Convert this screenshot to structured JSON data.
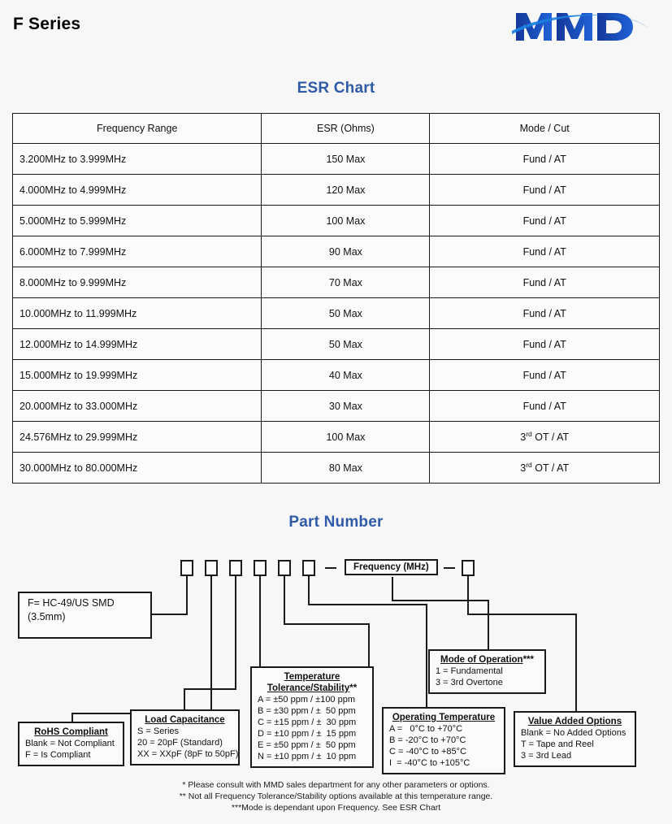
{
  "header": {
    "title": "F Series",
    "logo_text": "MMD",
    "logo_colors": {
      "letters": "#1b3fa0",
      "swoosh": "#1a7fe0"
    }
  },
  "theme": {
    "accent": "#2f5aa8",
    "background": "#f7f7f7",
    "line": "#1a1a1a"
  },
  "esr_section": {
    "title": "ESR Chart",
    "columns": [
      "Frequency Range",
      "ESR (Ohms)",
      "Mode / Cut"
    ],
    "rows": [
      {
        "frequency": "3.200MHz to 3.999MHz",
        "esr": "150 Max",
        "mode": "Fund / AT",
        "mode_sup": ""
      },
      {
        "frequency": "4.000MHz to 4.999MHz",
        "esr": "120 Max",
        "mode": "Fund / AT",
        "mode_sup": ""
      },
      {
        "frequency": "5.000MHz to 5.999MHz",
        "esr": "100 Max",
        "mode": "Fund / AT",
        "mode_sup": ""
      },
      {
        "frequency": "6.000MHz to 7.999MHz",
        "esr": "90 Max",
        "mode": "Fund / AT",
        "mode_sup": ""
      },
      {
        "frequency": "8.000MHz to 9.999MHz",
        "esr": "70 Max",
        "mode": "Fund / AT",
        "mode_sup": ""
      },
      {
        "frequency": "10.000MHz to 11.999MHz",
        "esr": "50 Max",
        "mode": "Fund / AT",
        "mode_sup": ""
      },
      {
        "frequency": "12.000MHz to 14.999MHz",
        "esr": "50 Max",
        "mode": "Fund / AT",
        "mode_sup": ""
      },
      {
        "frequency": "15.000MHz to 19.999MHz",
        "esr": "40 Max",
        "mode": "Fund / AT",
        "mode_sup": ""
      },
      {
        "frequency": "20.000MHz to 33.000MHz",
        "esr": "30 Max",
        "mode": "Fund / AT",
        "mode_sup": ""
      },
      {
        "frequency": "24.576MHz to 29.999MHz",
        "esr": "100 Max",
        "mode_prefix": "3",
        "mode_sup": "rd",
        "mode_suffix": " OT / AT"
      },
      {
        "frequency": "30.000MHz to 80.000MHz",
        "esr": "80 Max",
        "mode_prefix": "3",
        "mode_sup": "rd",
        "mode_suffix": " OT / AT"
      }
    ]
  },
  "part_number_section": {
    "title": "Part Number",
    "slot_count": 6,
    "trailing_slot_count": 1,
    "separator": "—",
    "frequency_box_label": "Frequency (MHz)",
    "callouts": {
      "package": {
        "lines": [
          "F= HC-49/US SMD",
          "(3.5mm)"
        ]
      },
      "rohs": {
        "heading": "RoHS Compliant",
        "lines": [
          "Blank = Not Compliant",
          "F = Is Compliant"
        ]
      },
      "load_capacitance": {
        "heading": "Load Capacitance",
        "lines": [
          "S = Series",
          "20 = 20pF (Standard)",
          "XX = XXpF (8pF to 50pF)"
        ]
      },
      "temperature_tolerance": {
        "heading_line1": "Temperature",
        "heading_line2": "Tolerance/Stability",
        "heading_marker": "**",
        "lines": [
          "A = ±50 ppm / ±100 ppm",
          "B = ±30 ppm / ±  50 ppm",
          "C = ±15 ppm / ±  30 ppm",
          "D = ±10 ppm / ±  15 ppm",
          "E = ±50 ppm / ±  50 ppm",
          "N = ±10 ppm / ±  10 ppm"
        ]
      },
      "operating_temperature": {
        "heading": "Operating Temperature",
        "lines": [
          "A =   0°C to +70°C",
          "B = -20°C to +70°C",
          "C = -40°C to +85°C",
          "I  = -40°C to +105°C"
        ]
      },
      "mode_of_operation": {
        "heading": "Mode of Operation",
        "heading_marker": "***",
        "lines": [
          "1 = Fundamental",
          "3 = 3rd Overtone"
        ]
      },
      "value_added_options": {
        "heading": "Value Added Options",
        "lines": [
          "Blank = No Added Options",
          "T = Tape and Reel",
          "3 = 3rd Lead"
        ]
      }
    }
  },
  "footnotes": [
    "* Please consult with MMD sales department for any other parameters or options.",
    "** Not all Frequency Tolerance/Stability options available at this temperature range.",
    "***Mode is dependant upon Frequency. See ESR Chart"
  ]
}
